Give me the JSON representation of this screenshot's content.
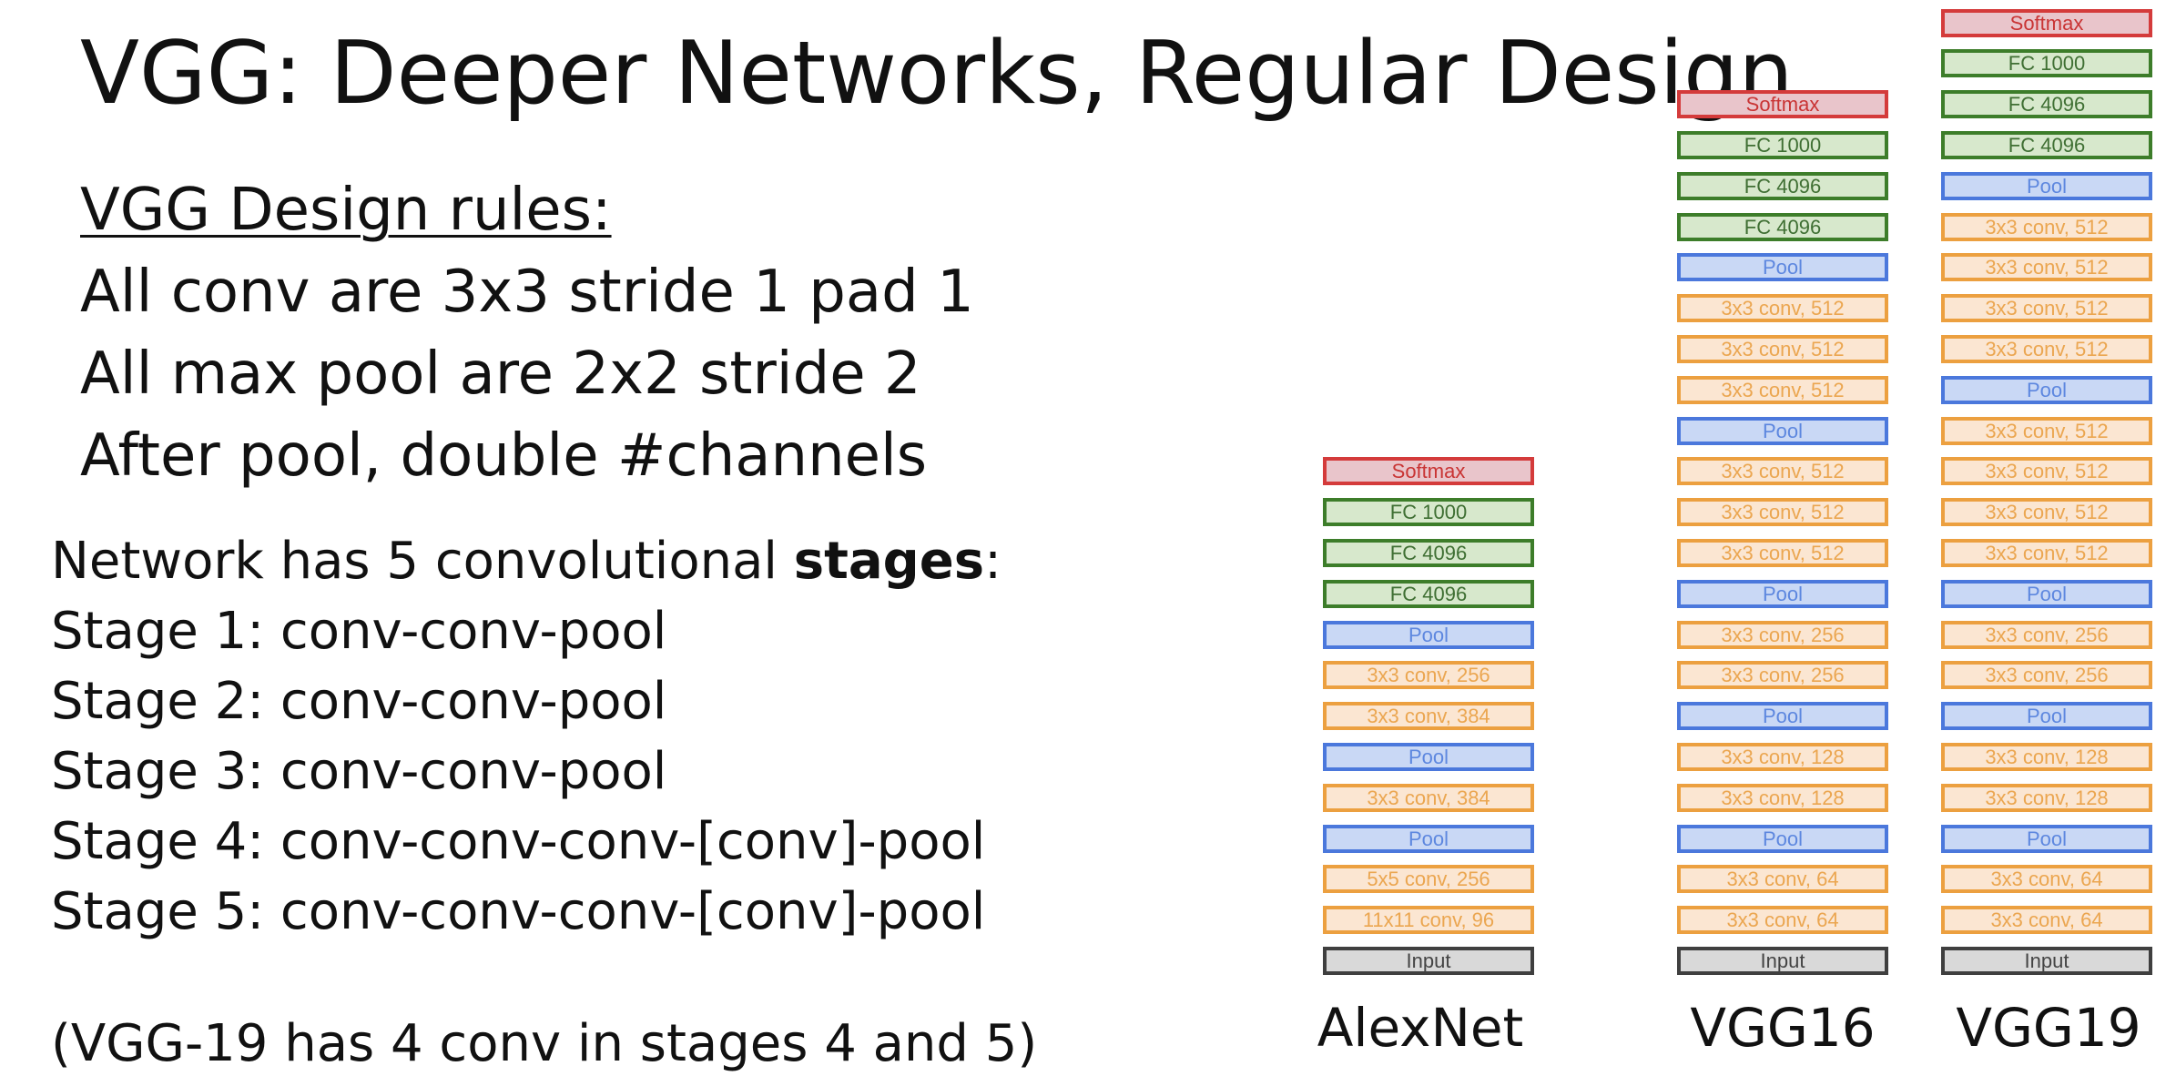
{
  "title": "VGG: Deeper Networks, Regular Design",
  "rules": {
    "heading": "VGG Design rules:",
    "items": [
      "All conv are 3x3 stride 1 pad 1",
      "All max pool are 2x2 stride 2",
      "After pool, double #channels"
    ]
  },
  "stages": {
    "intro_before": "Network has 5 convolutional ",
    "intro_bold": "stages",
    "intro_after": ":",
    "items": [
      "Stage 1: conv-conv-pool",
      "Stage 2: conv-conv-pool",
      "Stage 3: conv-conv-pool",
      "Stage 4: conv-conv-conv-[conv]-pool",
      "Stage 5: conv-conv-conv-[conv]-pool"
    ]
  },
  "note": "(VGG-19 has 4 conv in stages 4 and 5)",
  "layer_colors": {
    "softmax": {
      "fill": "#e9c5cb",
      "border": "#d43b3b"
    },
    "fc": {
      "fill": "#d7e8cc",
      "border": "#3d7d2a"
    },
    "pool": {
      "fill": "#c9d8f5",
      "border": "#4b78dc"
    },
    "conv": {
      "fill": "#fbe6d2",
      "border": "#eca040"
    },
    "input": {
      "fill": "#d9d9d9",
      "border": "#3f3f3f"
    }
  },
  "networks": [
    {
      "id": "alexnet",
      "name": "AlexNet",
      "layers_top_to_bottom": [
        {
          "kind": "softmax",
          "label": "Softmax"
        },
        {
          "kind": "fc",
          "label": "FC 1000"
        },
        {
          "kind": "fc",
          "label": "FC 4096"
        },
        {
          "kind": "fc",
          "label": "FC 4096"
        },
        {
          "kind": "pool",
          "label": "Pool"
        },
        {
          "kind": "conv",
          "label": "3x3 conv, 256"
        },
        {
          "kind": "conv",
          "label": "3x3 conv, 384"
        },
        {
          "kind": "pool",
          "label": "Pool"
        },
        {
          "kind": "conv",
          "label": "3x3 conv, 384"
        },
        {
          "kind": "pool",
          "label": "Pool"
        },
        {
          "kind": "conv",
          "label": "5x5 conv, 256"
        },
        {
          "kind": "conv",
          "label": "11x11 conv, 96"
        },
        {
          "kind": "input",
          "label": "Input"
        }
      ]
    },
    {
      "id": "vgg16",
      "name": "VGG16",
      "layers_top_to_bottom": [
        {
          "kind": "softmax",
          "label": "Softmax"
        },
        {
          "kind": "fc",
          "label": "FC 1000"
        },
        {
          "kind": "fc",
          "label": "FC 4096"
        },
        {
          "kind": "fc",
          "label": "FC 4096"
        },
        {
          "kind": "pool",
          "label": "Pool"
        },
        {
          "kind": "conv",
          "label": "3x3 conv, 512"
        },
        {
          "kind": "conv",
          "label": "3x3 conv, 512"
        },
        {
          "kind": "conv",
          "label": "3x3 conv, 512"
        },
        {
          "kind": "pool",
          "label": "Pool"
        },
        {
          "kind": "conv",
          "label": "3x3 conv, 512"
        },
        {
          "kind": "conv",
          "label": "3x3 conv, 512"
        },
        {
          "kind": "conv",
          "label": "3x3 conv, 512"
        },
        {
          "kind": "pool",
          "label": "Pool"
        },
        {
          "kind": "conv",
          "label": "3x3 conv, 256"
        },
        {
          "kind": "conv",
          "label": "3x3 conv, 256"
        },
        {
          "kind": "pool",
          "label": "Pool"
        },
        {
          "kind": "conv",
          "label": "3x3 conv, 128"
        },
        {
          "kind": "conv",
          "label": "3x3 conv, 128"
        },
        {
          "kind": "pool",
          "label": "Pool"
        },
        {
          "kind": "conv",
          "label": "3x3 conv, 64"
        },
        {
          "kind": "conv",
          "label": "3x3 conv, 64"
        },
        {
          "kind": "input",
          "label": "Input"
        }
      ]
    },
    {
      "id": "vgg19",
      "name": "VGG19",
      "layers_top_to_bottom": [
        {
          "kind": "softmax",
          "label": "Softmax"
        },
        {
          "kind": "fc",
          "label": "FC 1000"
        },
        {
          "kind": "fc",
          "label": "FC 4096"
        },
        {
          "kind": "fc",
          "label": "FC 4096"
        },
        {
          "kind": "pool",
          "label": "Pool"
        },
        {
          "kind": "conv",
          "label": "3x3 conv, 512"
        },
        {
          "kind": "conv",
          "label": "3x3 conv, 512"
        },
        {
          "kind": "conv",
          "label": "3x3 conv, 512"
        },
        {
          "kind": "conv",
          "label": "3x3 conv, 512"
        },
        {
          "kind": "pool",
          "label": "Pool"
        },
        {
          "kind": "conv",
          "label": "3x3 conv, 512"
        },
        {
          "kind": "conv",
          "label": "3x3 conv, 512"
        },
        {
          "kind": "conv",
          "label": "3x3 conv, 512"
        },
        {
          "kind": "conv",
          "label": "3x3 conv, 512"
        },
        {
          "kind": "pool",
          "label": "Pool"
        },
        {
          "kind": "conv",
          "label": "3x3 conv, 256"
        },
        {
          "kind": "conv",
          "label": "3x3 conv, 256"
        },
        {
          "kind": "pool",
          "label": "Pool"
        },
        {
          "kind": "conv",
          "label": "3x3 conv, 128"
        },
        {
          "kind": "conv",
          "label": "3x3 conv, 128"
        },
        {
          "kind": "pool",
          "label": "Pool"
        },
        {
          "kind": "conv",
          "label": "3x3 conv, 64"
        },
        {
          "kind": "conv",
          "label": "3x3 conv, 64"
        },
        {
          "kind": "input",
          "label": "Input"
        }
      ]
    }
  ]
}
